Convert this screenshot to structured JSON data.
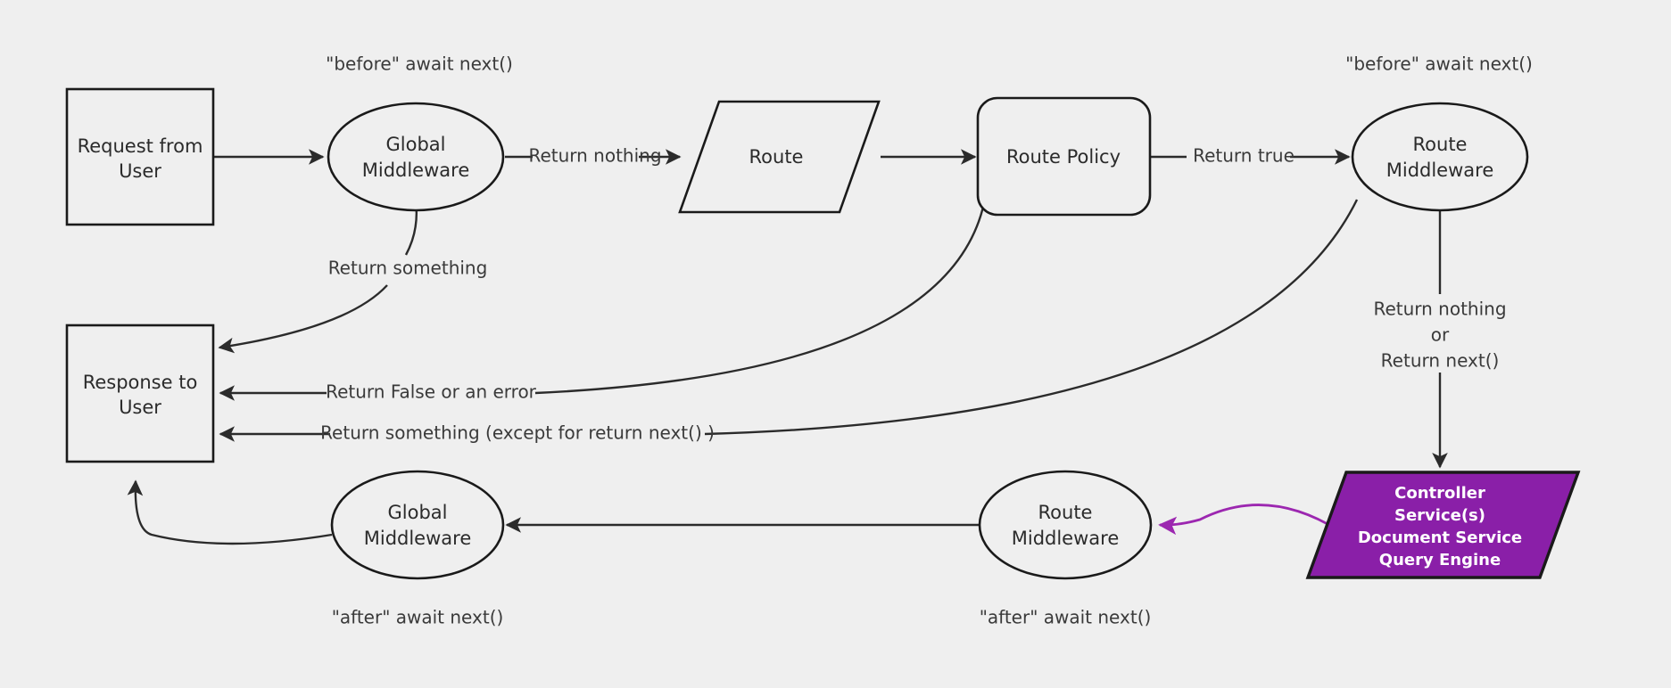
{
  "diagram": {
    "title": "Request lifecycle middleware flow",
    "background_color": "#efefef",
    "stroke_color": "#2b2b2b",
    "accent_color": "#8a1fa8",
    "nodes": {
      "request_from_user": {
        "line1": "Request from",
        "line2": "User",
        "shape": "rectangle"
      },
      "global_middleware_before": {
        "line1": "Global",
        "line2": "Middleware",
        "shape": "ellipse"
      },
      "route": {
        "line1": "Route",
        "shape": "parallelogram"
      },
      "route_policy": {
        "line1": "Route Policy",
        "shape": "rounded-rectangle"
      },
      "route_middleware_before": {
        "line1": "Route",
        "line2": "Middleware",
        "shape": "ellipse"
      },
      "controller_services": {
        "line1": "Controller",
        "line2": "Service(s)",
        "line3": "Document Service",
        "line4": "Query Engine",
        "shape": "parallelogram",
        "fill": "#8a1fa8"
      },
      "route_middleware_after": {
        "line1": "Route",
        "line2": "Middleware",
        "shape": "ellipse"
      },
      "global_middleware_after": {
        "line1": "Global",
        "line2": "Middleware",
        "shape": "ellipse"
      },
      "response_to_user": {
        "line1": "Response to",
        "line2": "User",
        "shape": "rectangle"
      }
    },
    "annotations": {
      "before_global": "\"before\" await next()",
      "before_route": "\"before\" await next()",
      "after_global": "\"after\" await next()",
      "after_route": "\"after\" await next()"
    },
    "edges": {
      "return_nothing": "Return nothing",
      "return_true": "Return true",
      "return_something": "Return something",
      "return_false_or_error": "Return False or an error",
      "return_something_except": "Return something (except for return next() )",
      "return_nothing_or_next_1": "Return nothing",
      "return_nothing_or_next_2": "or",
      "return_nothing_or_next_3": "Return next()"
    }
  }
}
